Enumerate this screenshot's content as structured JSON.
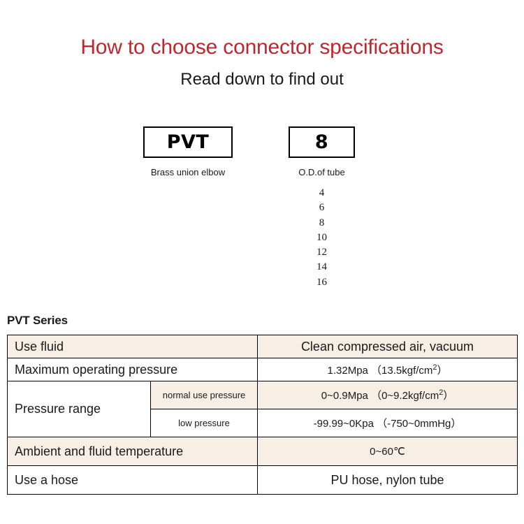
{
  "header": {
    "title": "How to choose connector specifications",
    "subtitle": "Read down to find out",
    "title_color": "#c0272d"
  },
  "selector": {
    "series_box": {
      "value": "PVT",
      "caption": "Brass union elbow"
    },
    "size_box": {
      "value": "8",
      "caption": "O.D.of tube"
    },
    "size_options": [
      "4",
      "6",
      "8",
      "10",
      "12",
      "14",
      "16"
    ]
  },
  "spec_table": {
    "heading": "PVT Series",
    "rows": [
      {
        "label": "Use fluid",
        "value": "Clean compressed air, vacuum"
      },
      {
        "label": "Maximum operating pressure",
        "value_main": "1.32Mpa （13.5kgf/cm",
        "value_sup": "2",
        "value_tail": "）"
      },
      {
        "label": "Pressure range",
        "sub_rows": [
          {
            "sublabel": "normal use pressure",
            "value_main": "0~0.9Mpa （0~9.2kgf/cm",
            "value_sup": "2",
            "value_tail": "）"
          },
          {
            "sublabel": "low pressure",
            "value": "-99.99~0Kpa （-750~0mmHg）"
          }
        ]
      },
      {
        "label": "Ambient and fluid temperature",
        "value": "0~60℃"
      },
      {
        "label": "Use a hose",
        "value": "PU hose, nylon tube"
      }
    ]
  },
  "colors": {
    "shade": "#f7efe6",
    "border": "#000000",
    "accent_red": "#c0272d"
  }
}
